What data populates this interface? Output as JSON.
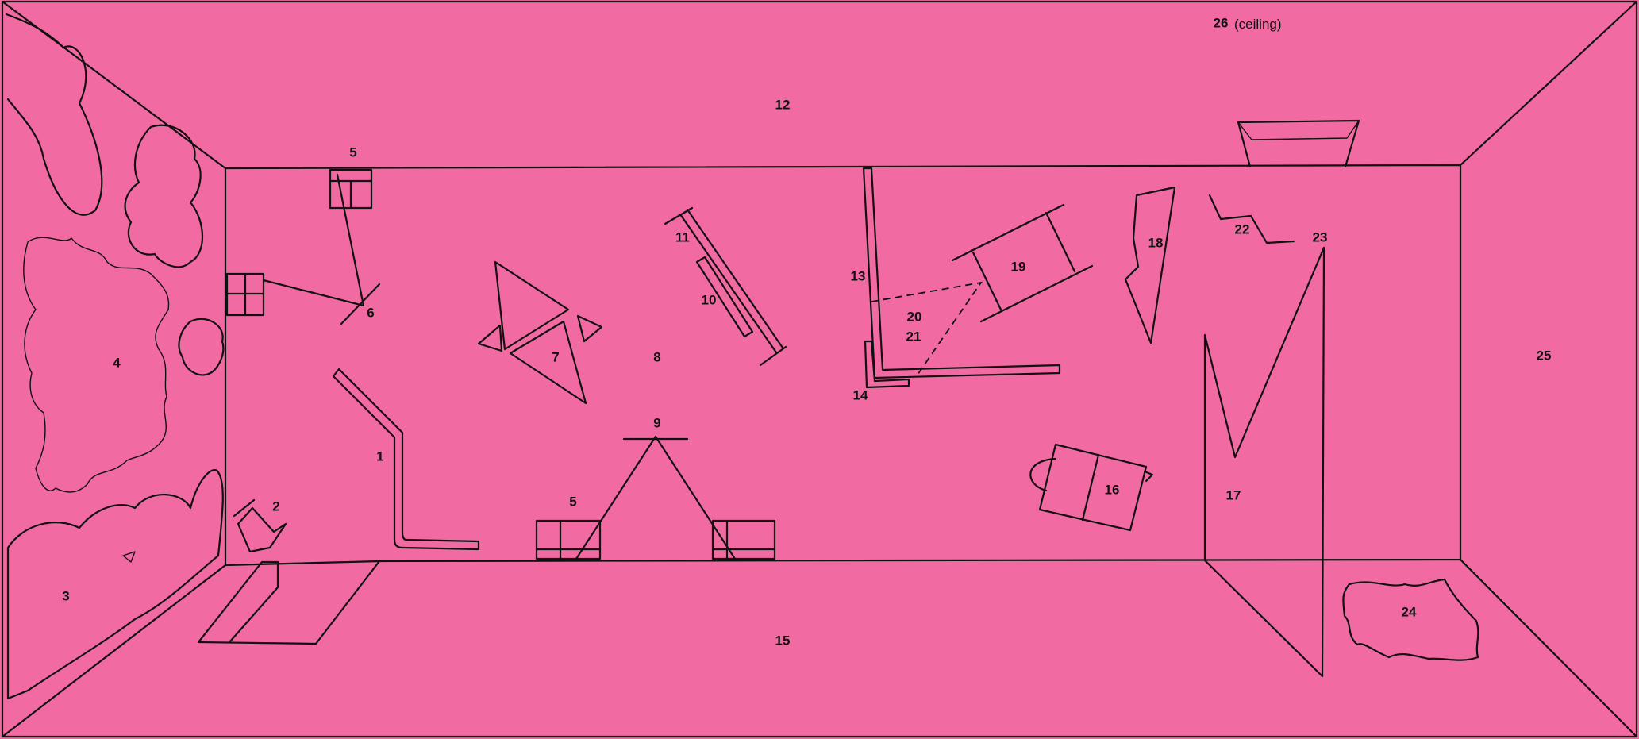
{
  "background_color": "#f26aa2",
  "line_color": "#111111",
  "labels": {
    "l1": "1",
    "l2": "2",
    "l3": "3",
    "l4": "4",
    "l5a": "5",
    "l5b": "5",
    "l6": "6",
    "l7": "7",
    "l8": "8",
    "l9": "9",
    "l10": "10",
    "l11": "11",
    "l12": "12",
    "l13": "13",
    "l14": "14",
    "l15": "15",
    "l16": "16",
    "l17": "17",
    "l18": "18",
    "l19": "19",
    "l20": "20",
    "l21": "21",
    "l22": "22",
    "l23": "23",
    "l24": "24",
    "l25": "25",
    "l26": "26",
    "ceiling_note": "(ceiling)"
  }
}
